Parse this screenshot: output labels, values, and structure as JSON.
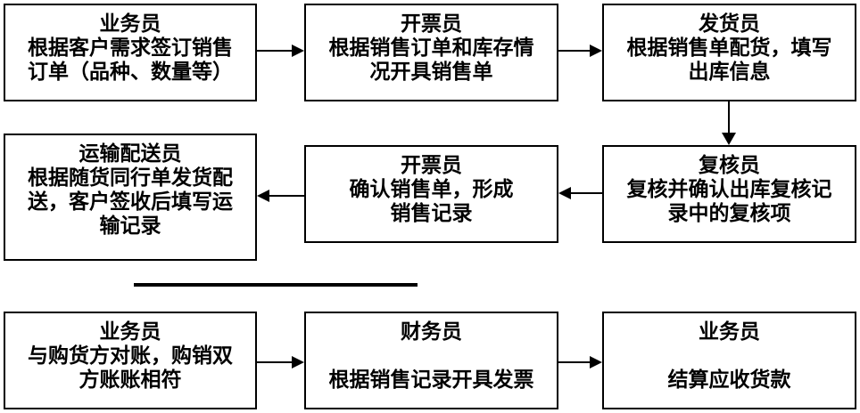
{
  "diagram": {
    "type": "flowchart",
    "background_color": "#ffffff",
    "line_color": "#000000",
    "text_color": "#000000",
    "boxes": [
      {
        "title": "业务员",
        "body": "根据客户需求签订销售\n订单（品种、数量等）"
      },
      {
        "title": "开票员",
        "body": "根据销售订单和库存情\n况开具销售单"
      },
      {
        "title": "发货员",
        "body": "根据销售单配货，填写\n出库信息"
      },
      {
        "title": "运输配送员",
        "body": "根据随货同行单发货配\n送，客户签收后填写运\n输记录"
      },
      {
        "title": "开票员",
        "body": "确认销售单，形成\n销售记录"
      },
      {
        "title": "复核员",
        "body": "复核并确认出库复核记\n录中的复核项"
      },
      {
        "title": "业务员",
        "body": "与购货方对账，购销双\n方账账相符"
      },
      {
        "title": "财务员",
        "body": "\n根据销售记录开具发票"
      },
      {
        "title": "业务员",
        "body": "\n结算应收货款"
      }
    ],
    "connections": [
      {
        "from": "业务员(签订销售订单)",
        "to": "开票员(开具销售单)",
        "direction": "right"
      },
      {
        "from": "开票员(开具销售单)",
        "to": "发货员",
        "direction": "right"
      },
      {
        "from": "发货员",
        "to": "复核员",
        "direction": "down"
      },
      {
        "from": "复核员",
        "to": "开票员(形成销售记录)",
        "direction": "left"
      },
      {
        "from": "开票员(形成销售记录)",
        "to": "运输配送员",
        "direction": "left"
      },
      {
        "from": "业务员(对账)",
        "to": "财务员",
        "direction": "right"
      },
      {
        "from": "财务员",
        "to": "业务员(结算应收货款)",
        "direction": "right"
      }
    ]
  }
}
